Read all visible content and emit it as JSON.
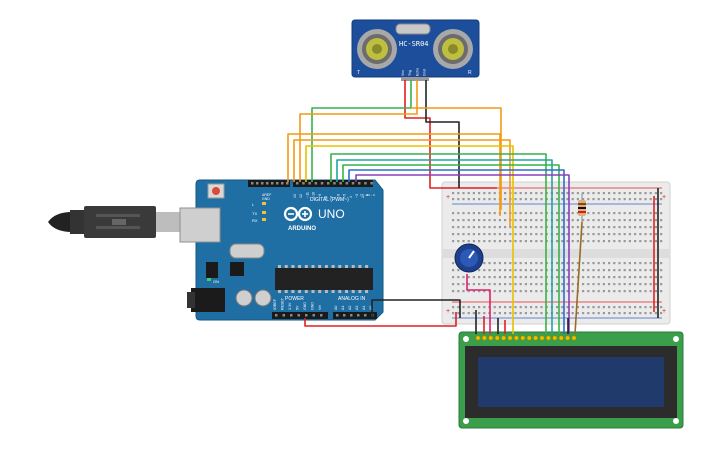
{
  "colors": {
    "background": "#ffffff",
    "arduino_board": "#1f6fa5",
    "sensor_board": "#1c4e9b",
    "breadboard": "#e9e9e9",
    "lcd_pcb": "#3a9e4a",
    "lcd_screen": "#1f3a6b",
    "wire_red": "#e02020",
    "wire_black": "#222222",
    "wire_orange": "#f29a14",
    "wire_yellow": "#e8c000",
    "wire_green": "#36b24a",
    "wire_teal": "#1fa6a0",
    "wire_blue": "#2a6fd1",
    "wire_purple": "#8a3fb8",
    "wire_pink": "#e0206b",
    "wire_brown": "#9a6a2a"
  },
  "sensor": {
    "model": "HC-SR04",
    "pins": [
      "Vcc",
      "Trig",
      "Echo",
      "Gnd"
    ],
    "corner_left": "T",
    "corner_right": "R"
  },
  "arduino": {
    "brand": "ARDUINO",
    "model": "UNO",
    "digital_label": "DIGITAL (PWM~)",
    "power_label": "POWER",
    "analog_label": "ANALOG IN",
    "aref_label": "AREF",
    "gnd_label": "GND",
    "led_l": "L",
    "led_tx": "TX",
    "led_rx": "RX",
    "on_label": "ON",
    "tx_pin": "TX→1",
    "rx_pin": "RX←0",
    "digital_pins": [
      "13",
      "12",
      "~11",
      "~10",
      "~9",
      "8",
      "7",
      "~6",
      "~5",
      "4",
      "~3",
      "2"
    ],
    "power_pins": [
      "IOREF",
      "RESET",
      "3.3V",
      "5V",
      "GND",
      "GND",
      "Vin"
    ],
    "analog_pins": [
      "A0",
      "A1",
      "A2",
      "A3",
      "A4",
      "A5"
    ]
  },
  "icons": [
    "usb-cable-icon",
    "potentiometer-icon",
    "resistor-icon",
    "chip-icon"
  ]
}
